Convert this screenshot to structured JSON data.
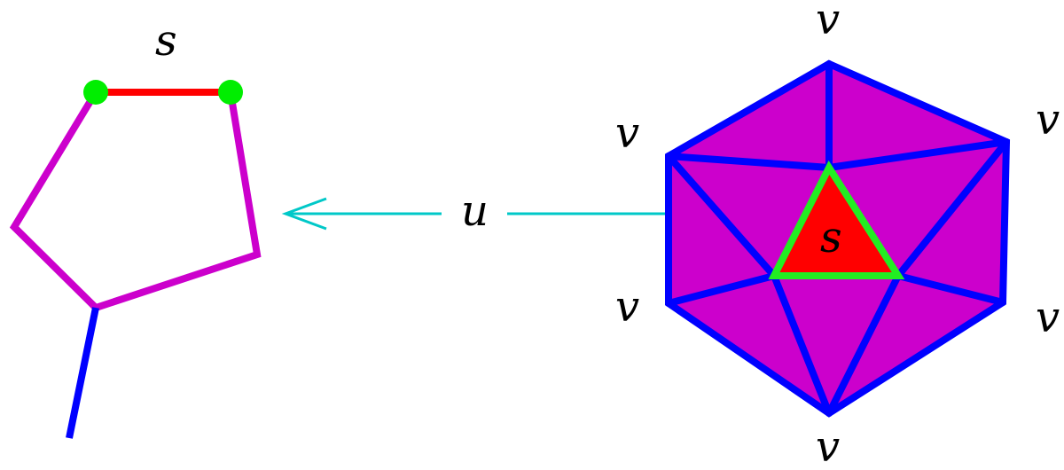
{
  "colors": {
    "edge_magenta": "#cc00cc",
    "edge_red": "#ff0000",
    "vertex_green": "#00ee00",
    "edge_blue": "#0000ff",
    "face_fill": "#cc00cc",
    "center_fill": "#ff0000",
    "center_outline": "#22ee22",
    "arrow": "#00c8c8",
    "label": "#000000"
  },
  "labels": {
    "left_s": "s",
    "center_s": "s",
    "u": "u",
    "v_top": "v",
    "v_upper_left": "v",
    "v_upper_right": "v",
    "v_lower_left": "v",
    "v_lower_right": "v",
    "v_bottom": "v"
  }
}
